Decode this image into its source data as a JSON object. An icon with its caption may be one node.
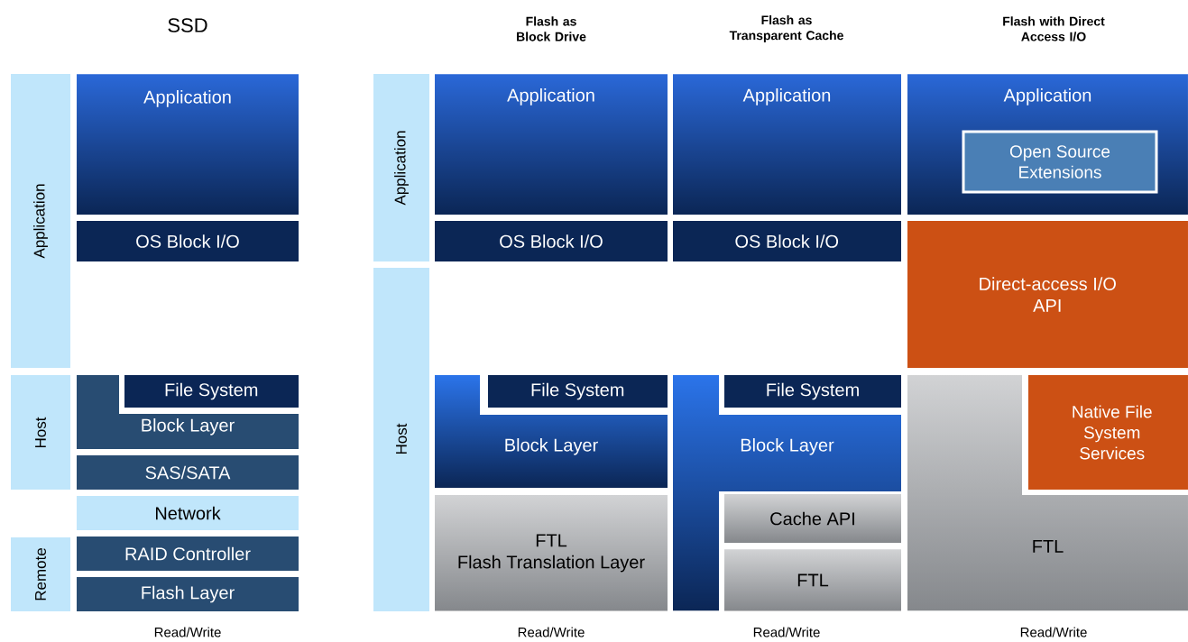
{
  "diagram": {
    "nodes": [
      {
        "text": [
          "Application"
        ]
      },
      {
        "text": [
          "Host"
        ]
      },
      {
        "text": [
          "Remote"
        ]
      },
      {
        "text": [
          "Application"
        ]
      },
      {
        "text": [
          "OS Block I/O"
        ]
      },
      {
        "text": [
          "File System"
        ]
      },
      {
        "text": [
          "Block Layer"
        ]
      },
      {
        "text": [
          "SAS/SATA"
        ]
      },
      {
        "text": [
          "Network"
        ]
      },
      {
        "text": [
          "RAID Controller"
        ]
      },
      {
        "text": [
          "Flash Layer"
        ]
      },
      {
        "text": [
          "Application"
        ]
      },
      {
        "text": [
          "Host"
        ]
      },
      {
        "text": [
          "Application"
        ]
      },
      {
        "text": [
          "OS Block I/O"
        ]
      },
      {
        "text": [
          "File System"
        ]
      },
      {
        "text": [
          "Block Layer"
        ]
      },
      {
        "text": [
          "FTL",
          "Flash Translation Layer"
        ]
      },
      {
        "text": [
          "Application"
        ]
      },
      {
        "text": [
          "OS Block I/O"
        ]
      },
      {
        "text": [
          "File System"
        ]
      },
      {
        "text": [
          "Block Layer"
        ]
      },
      {
        "text": [
          "Cache API"
        ]
      },
      {
        "text": [
          "FTL"
        ]
      },
      {
        "text": [
          "Application"
        ]
      },
      {
        "text": [
          "Open Source Extensions"
        ],
        "in": 24
      },
      {
        "text": [
          "Direct-access I/O API"
        ]
      },
      {
        "text": [
          "FTL"
        ]
      },
      {
        "text": [
          "Native File System Services"
        ]
      }
    ],
    "labels": [
      "SSD",
      "Flash as Block Drive",
      "Flash as Transparent Cache",
      "Flash with Direct Access I/O",
      "Read/Write",
      "Read/Write",
      "Read/Write",
      "Read/Write"
    ]
  }
}
